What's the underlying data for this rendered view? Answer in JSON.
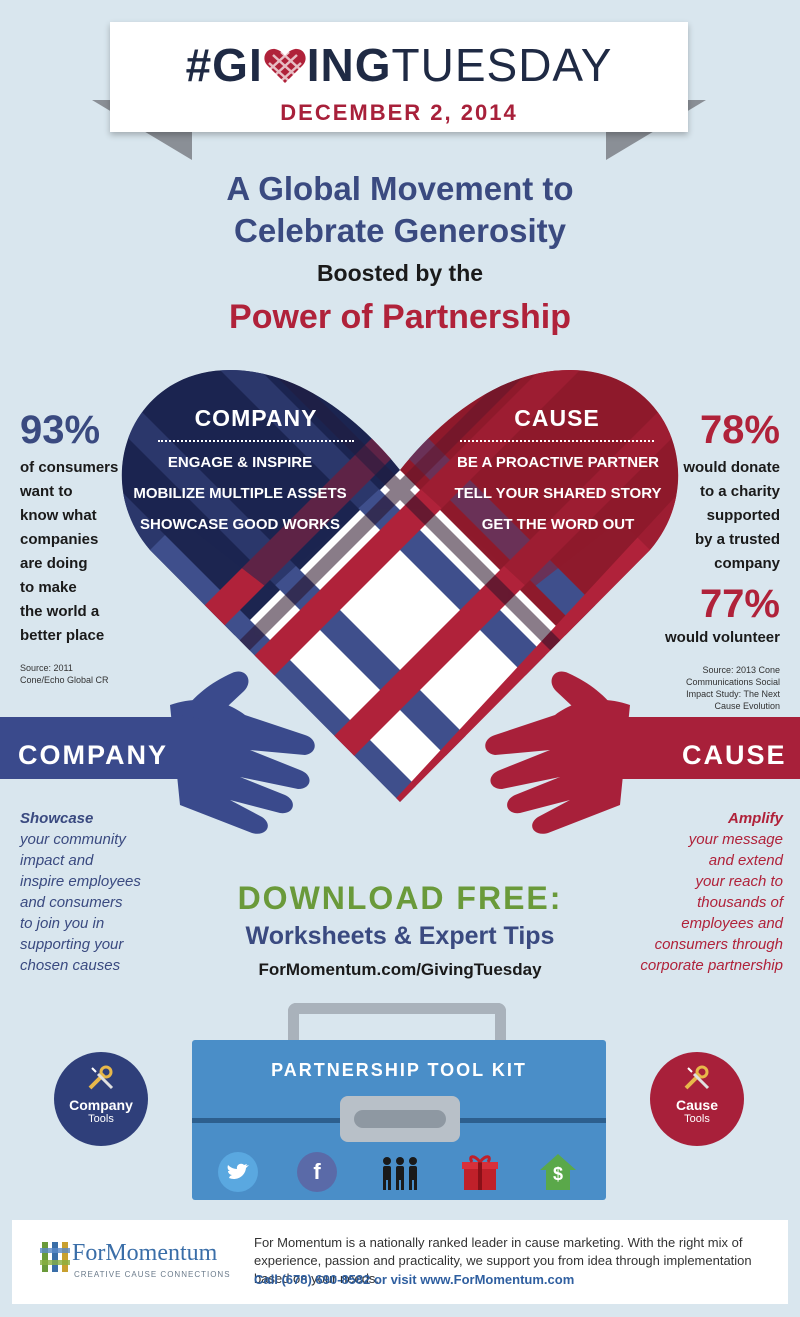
{
  "banner": {
    "hashtag_prefix": "#GI",
    "giving_suffix": "ING",
    "tuesday": "TUESDAY",
    "date": "DECEMBER 2, 2014"
  },
  "headline": {
    "line1": "A Global Movement to",
    "line2": "Celebrate Generosity",
    "boosted": "Boosted by the",
    "power": "Power of Partnership"
  },
  "heart": {
    "company": {
      "title": "COMPANY",
      "items": [
        "ENGAGE & INSPIRE",
        "MOBILIZE MULTIPLE ASSETS",
        "SHOWCASE GOOD WORKS"
      ]
    },
    "cause": {
      "title": "CAUSE",
      "items": [
        "BE A PROACTIVE PARTNER",
        "TELL YOUR SHARED STORY",
        "GET THE WORD OUT"
      ]
    }
  },
  "stats_left": {
    "percent": "93%",
    "lines": [
      "of consumers",
      "want to",
      "know what",
      "companies",
      "are doing",
      "to make",
      "the world a",
      "better place"
    ],
    "source": [
      "Source: 2011",
      "Cone/Echo Global CR"
    ]
  },
  "stats_right": {
    "percent1": "78%",
    "lines1": [
      "would donate",
      "to a charity",
      "supported",
      "by a trusted",
      "company"
    ],
    "percent2": "77%",
    "lines2": [
      "would volunteer"
    ],
    "source": [
      "Source: 2013 Cone",
      "Communications Social",
      "Impact Study: The Next",
      "Cause Evolution"
    ]
  },
  "hands": {
    "left_label": "COMPANY",
    "right_label": "CAUSE",
    "left_text": [
      "Showcase",
      "your community",
      "impact and",
      "inspire employees",
      "and consumers",
      "to join you in",
      "supporting your",
      "chosen causes"
    ],
    "right_text": [
      "Amplify",
      "your message",
      "and extend",
      "your reach to",
      "thousands of",
      "employees and",
      "consumers through",
      "corporate partnership"
    ]
  },
  "download": {
    "title": "DOWNLOAD FREE:",
    "subtitle": "Worksheets & Expert Tips",
    "url": "ForMomentum.com/GivingTuesday"
  },
  "toolkit": {
    "title": "PARTNERSHIP TOOL KIT",
    "icons": [
      "twitter-icon",
      "facebook-icon",
      "people-icon",
      "gift-icon",
      "dollar-house-icon"
    ],
    "facebook_glyph": "f",
    "dollar_glyph": "$",
    "company_tools": {
      "title": "Company",
      "sub": "Tools"
    },
    "cause_tools": {
      "title": "Cause",
      "sub": "Tools"
    }
  },
  "footer": {
    "logo": "ForMomentum",
    "tagline": "CREATIVE CAUSE CONNECTIONS",
    "description": "For Momentum is a nationally ranked leader in cause marketing. With the right mix of experience, passion and practicality, we support you from idea through implementation based on your needs.",
    "contact": "Call (678) 690-8582 or visit www.ForMomentum.com"
  },
  "colors": {
    "navy": "#2a3566",
    "blue_band": "#3f4f8c",
    "red": "#a8203a",
    "dark_red": "#8a1a2c",
    "green": "#6a9a3a",
    "toolbox": "#4a8ec8",
    "background": "#d9e6ee"
  }
}
